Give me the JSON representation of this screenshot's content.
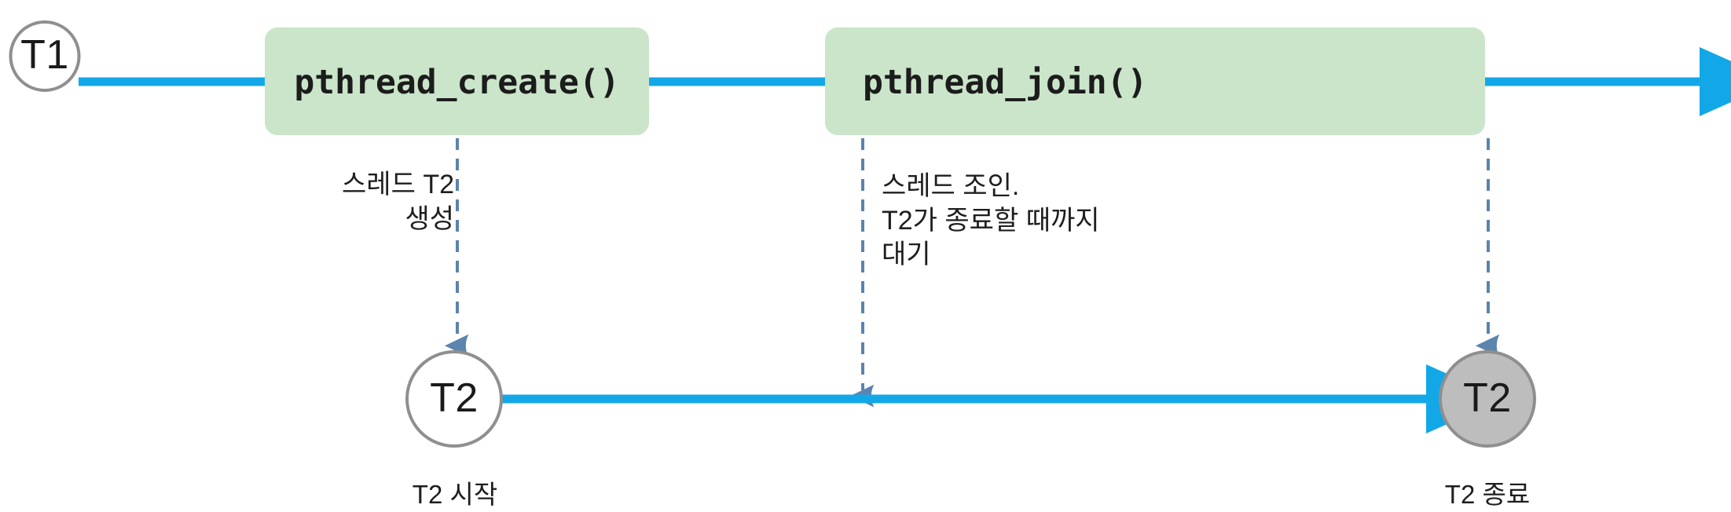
{
  "diagram": {
    "title": "pthread create and join timeline",
    "colors": {
      "timeline_blue": "#12a8e8",
      "box_green": "#cae5c9",
      "dashed_steel": "#5b84ae",
      "circle_stroke": "#8f8f8f",
      "circle_fill_active": "#ffffff",
      "circle_fill_terminated": "#bdbdbd",
      "text_dark": "#1c1c1c"
    },
    "threads": [
      {
        "id": "t1",
        "label": "T1",
        "state": "running"
      },
      {
        "id": "t2-start",
        "label": "T2",
        "state": "running",
        "caption": "T2 시작"
      },
      {
        "id": "t2-end",
        "label": "T2",
        "state": "terminated",
        "caption": "T2 종료"
      }
    ],
    "calls": [
      {
        "id": "pthread-create",
        "label": "pthread_create()",
        "align": "center"
      },
      {
        "id": "pthread-join",
        "label": "pthread_join()",
        "align": "left"
      }
    ],
    "annotations": [
      {
        "id": "create-note",
        "align": "right",
        "lines": [
          "스레드 T2",
          "생성"
        ],
        "text": "스레드 T2\n생성"
      },
      {
        "id": "join-note",
        "align": "left",
        "lines": [
          "스레드 조인.",
          "T2가 종료할 때까지",
          "대기"
        ],
        "text": "스레드 조인.\nT2가 종료할 때까지\n대기"
      }
    ]
  }
}
